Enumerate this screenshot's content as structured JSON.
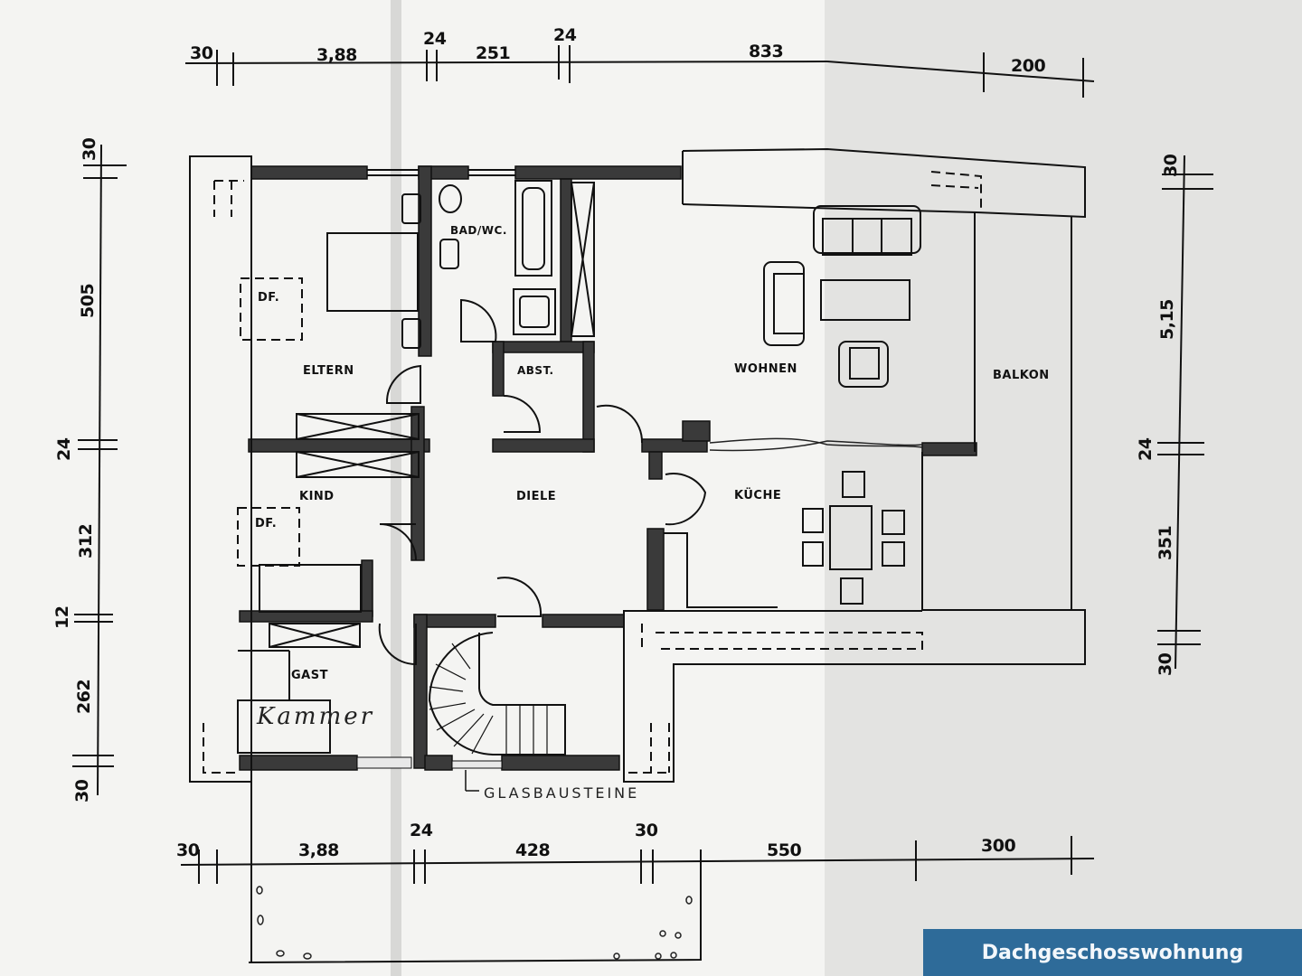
{
  "title_badge": {
    "label": "Dachgeschosswohnung",
    "background": "#2e6b99",
    "text_color": "#f3f7fb"
  },
  "rooms": {
    "eltern": "ELTERN",
    "bad_wc": "BAD/WC.",
    "abst": "ABST.",
    "wohnen": "WOHNEN",
    "balkon": "BALKON",
    "kind": "KIND",
    "diele": "DIELE",
    "kueche": "KÜCHE",
    "gast": "GAST",
    "df_eltern": "DF.",
    "df_kind": "DF."
  },
  "annotations": {
    "handwritten_kammer": "Kammer",
    "glasbausteine": "GLASBAUSTEINE"
  },
  "dimensions": {
    "top": [
      "30",
      "3,88",
      "24",
      "251",
      "24",
      "833",
      "200"
    ],
    "bottom": [
      "30",
      "3,88",
      "24",
      "428",
      "30",
      "550",
      "300"
    ],
    "left": [
      "30",
      "505",
      "24",
      "312",
      "12",
      "262",
      "30"
    ],
    "right": [
      "30",
      "5,15",
      "24",
      "351",
      "30"
    ]
  }
}
